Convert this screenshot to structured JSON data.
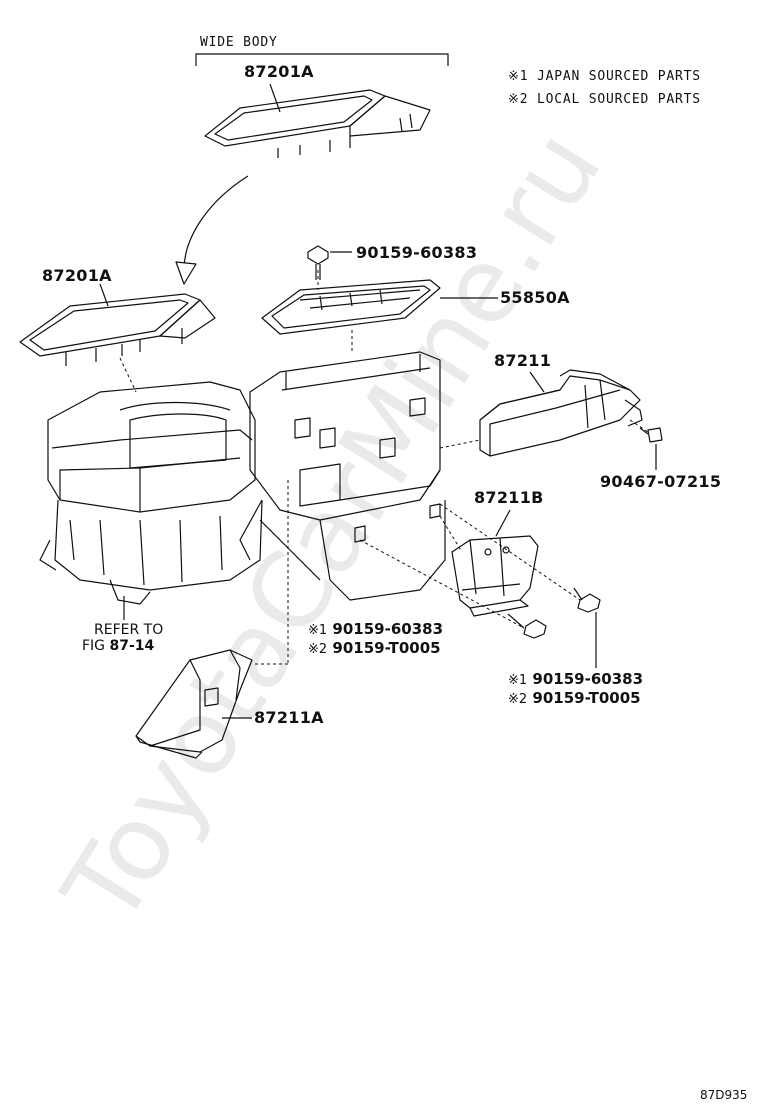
{
  "header": {
    "wide_body": "WIDE BODY"
  },
  "legend": {
    "line1_mark": "※1",
    "line1_text": "JAPAN SOURCED PARTS",
    "line2_mark": "※2",
    "line2_text": "LOCAL SOURCED PARTS"
  },
  "parts": {
    "p87201a_top": "87201A",
    "p87201a_mid": "87201A",
    "p90159_60383_top": "90159-60383",
    "p55850a": "55850A",
    "p87211": "87211",
    "p90467_07215": "90467-07215",
    "p87211b": "87211B",
    "p87211a": "87211A"
  },
  "refer": {
    "line1": "REFER TO",
    "line2_prefix": "FIG ",
    "line2_fig": "87-14"
  },
  "callout_mid": {
    "mark1": "※1",
    "part1": "90159-60383",
    "mark2": "※2",
    "part2": "90159-T0005"
  },
  "callout_right": {
    "mark1": "※1",
    "part1": "90159-60383",
    "mark2": "※2",
    "part2": "90159-T0005"
  },
  "watermark": "ToyotaCarMine.ru",
  "figure_id": "87D935"
}
